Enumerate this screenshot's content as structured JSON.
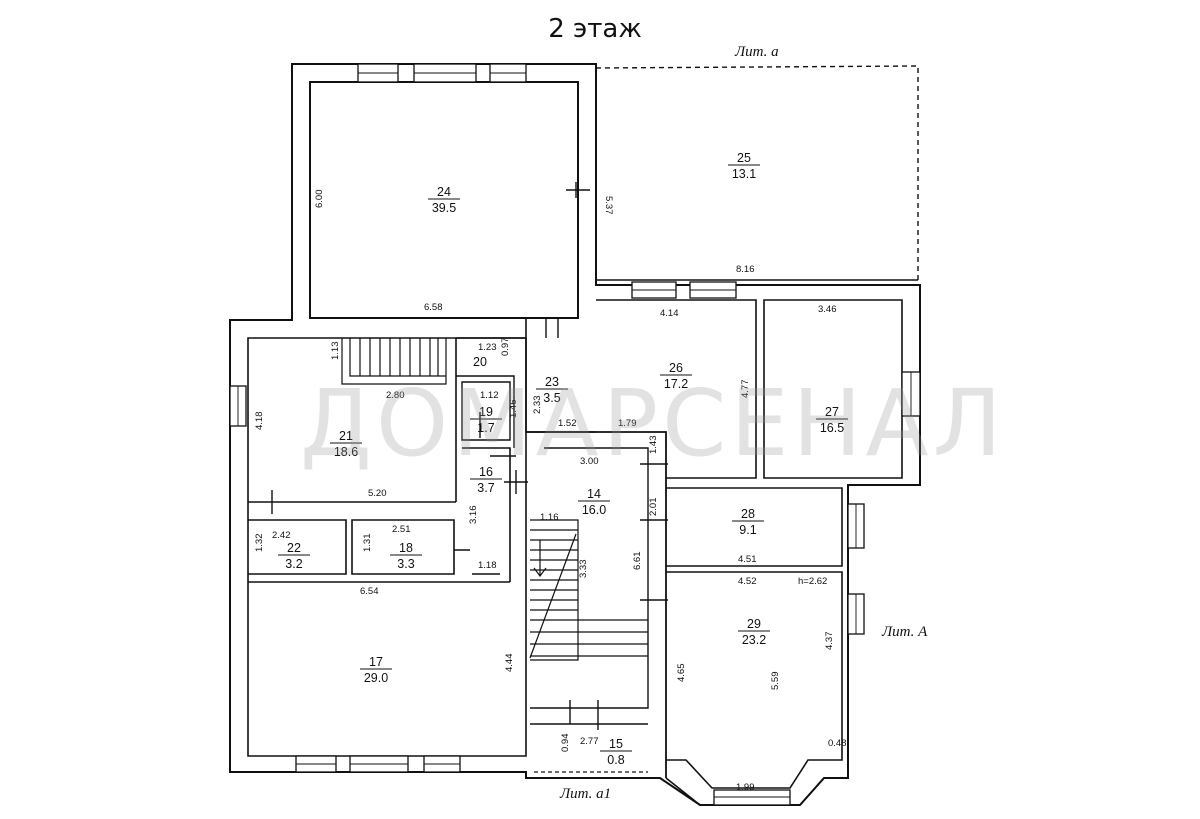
{
  "title": "2 этаж",
  "labels": {
    "lit_a": "Лит. а",
    "lit_A": "Лит. А",
    "lit_a1": "Лит. а1"
  },
  "watermark": "ДОМАРСЕНАЛ",
  "height_note": "h=2.62",
  "rooms": [
    {
      "id": "24",
      "num": "24",
      "area": "39.5"
    },
    {
      "id": "25",
      "num": "25",
      "area": "13.1"
    },
    {
      "id": "26",
      "num": "26",
      "area": "17.2"
    },
    {
      "id": "27",
      "num": "27",
      "area": "16.5"
    },
    {
      "id": "21",
      "num": "21",
      "area": "18.6"
    },
    {
      "id": "20",
      "num": "20",
      "area": ""
    },
    {
      "id": "19",
      "num": "19",
      "area": "1.7"
    },
    {
      "id": "23",
      "num": "23",
      "area": "3.5"
    },
    {
      "id": "16",
      "num": "16",
      "area": "3.7"
    },
    {
      "id": "14",
      "num": "14",
      "area": "16.0"
    },
    {
      "id": "28",
      "num": "28",
      "area": "9.1"
    },
    {
      "id": "22",
      "num": "22",
      "area": "3.2"
    },
    {
      "id": "18",
      "num": "18",
      "area": "3.3"
    },
    {
      "id": "17",
      "num": "17",
      "area": "29.0"
    },
    {
      "id": "29",
      "num": "29",
      "area": "23.2"
    },
    {
      "id": "15",
      "num": "15",
      "area": "0.8"
    }
  ],
  "dimensions": [
    "6.00",
    "6.58",
    "5.37",
    "8.16",
    "4.14",
    "4.77",
    "3.46",
    "1.13",
    "2.80",
    "4.18",
    "5.20",
    "1.23",
    "0.97",
    "1.12",
    "1.46",
    "2.33",
    "1.52",
    "1.79",
    "3.00",
    "1.43",
    "1.16",
    "3.33",
    "2.01",
    "6.61",
    "4.51",
    "4.52",
    "2.42",
    "2.51",
    "1.32",
    "1.31",
    "3.16",
    "1.18",
    "6.54",
    "4.44",
    "4.65",
    "5.59",
    "4.37",
    "0.48",
    "0.94",
    "2.77",
    "1.99"
  ]
}
